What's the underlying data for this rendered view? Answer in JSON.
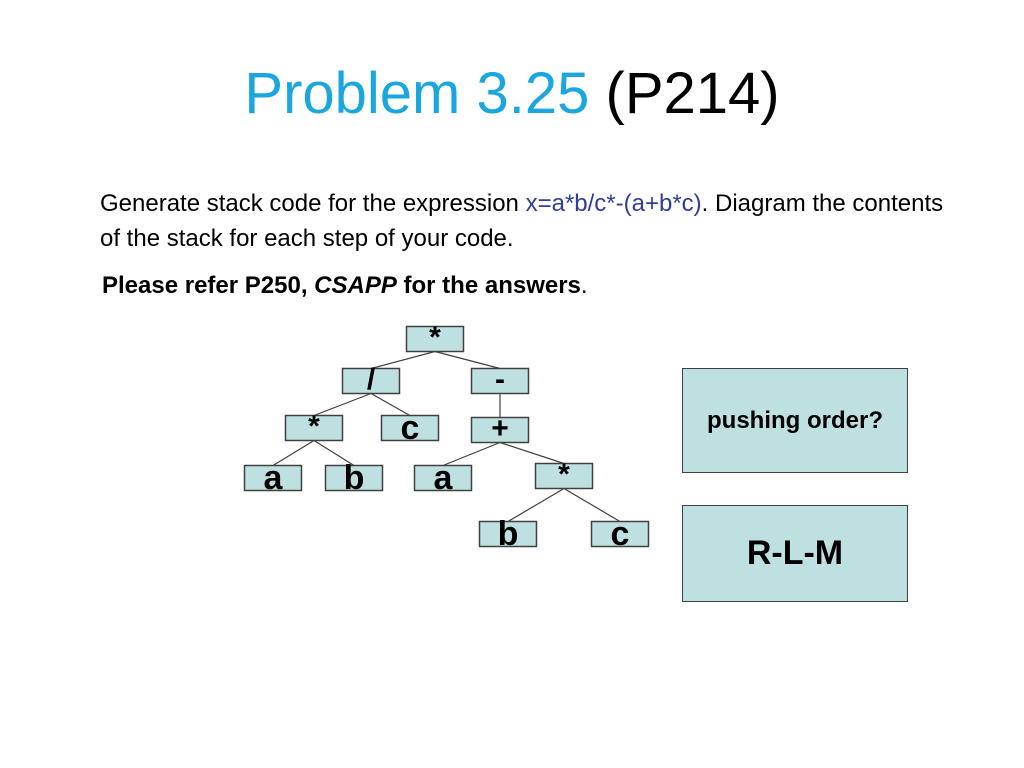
{
  "title": {
    "main": "Problem 3.25",
    "ref": "(P214)"
  },
  "para1": {
    "before": "Generate stack code for the expression ",
    "expression": "x=a*b/c*-(a+b*c)",
    "after": ". Diagram the contents of the stack for each step of your code."
  },
  "para2": {
    "before": "Please refer P250, ",
    "book": "CSAPP",
    "middle": " for the answers",
    "end": "."
  },
  "tree": {
    "nodes": [
      {
        "id": "n1",
        "label": "*"
      },
      {
        "id": "n2",
        "label": "/"
      },
      {
        "id": "n3",
        "label": "-"
      },
      {
        "id": "n4",
        "label": "*"
      },
      {
        "id": "n5",
        "label": "c"
      },
      {
        "id": "n6",
        "label": "+"
      },
      {
        "id": "n7",
        "label": "a"
      },
      {
        "id": "n8",
        "label": "b"
      },
      {
        "id": "n9",
        "label": "a"
      },
      {
        "id": "n10",
        "label": "*"
      },
      {
        "id": "n11",
        "label": "b"
      },
      {
        "id": "n12",
        "label": "c"
      }
    ],
    "edges": [
      [
        "n1",
        "n2"
      ],
      [
        "n1",
        "n3"
      ],
      [
        "n2",
        "n4"
      ],
      [
        "n2",
        "n5"
      ],
      [
        "n3",
        "n6"
      ],
      [
        "n4",
        "n7"
      ],
      [
        "n4",
        "n8"
      ],
      [
        "n6",
        "n9"
      ],
      [
        "n6",
        "n10"
      ],
      [
        "n10",
        "n11"
      ],
      [
        "n10",
        "n12"
      ]
    ]
  },
  "boxes": {
    "question": "pushing order?",
    "answer": "R-L-M"
  }
}
